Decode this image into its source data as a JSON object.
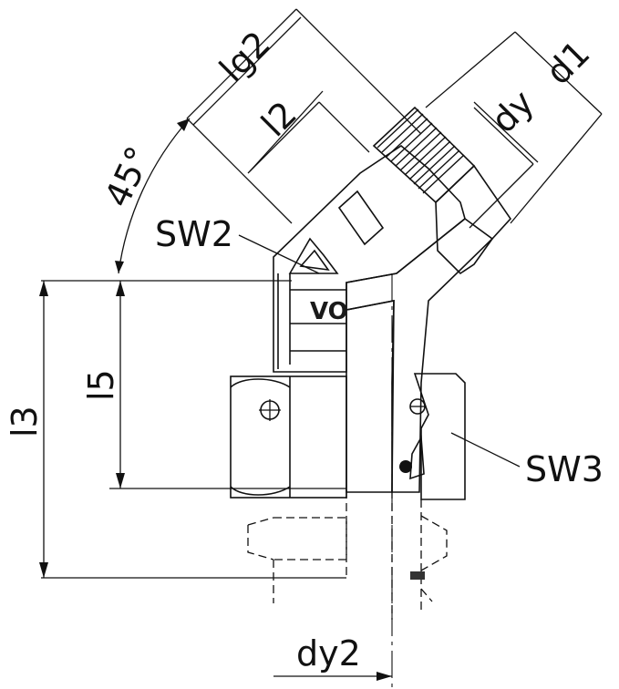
{
  "labels": {
    "lg2": "lg2",
    "l2": "l2",
    "d1": "d1",
    "dy": "dy",
    "angle": "45°",
    "sw2": "SW2",
    "sw3": "SW3",
    "l3": "l3",
    "l5": "l5",
    "dy2": "dy2",
    "marking": "VO"
  },
  "colors": {
    "section_fill": "#cfcfcf",
    "body_fill": "#e3e3e3",
    "hatch": "#555555",
    "line": "#111111"
  }
}
